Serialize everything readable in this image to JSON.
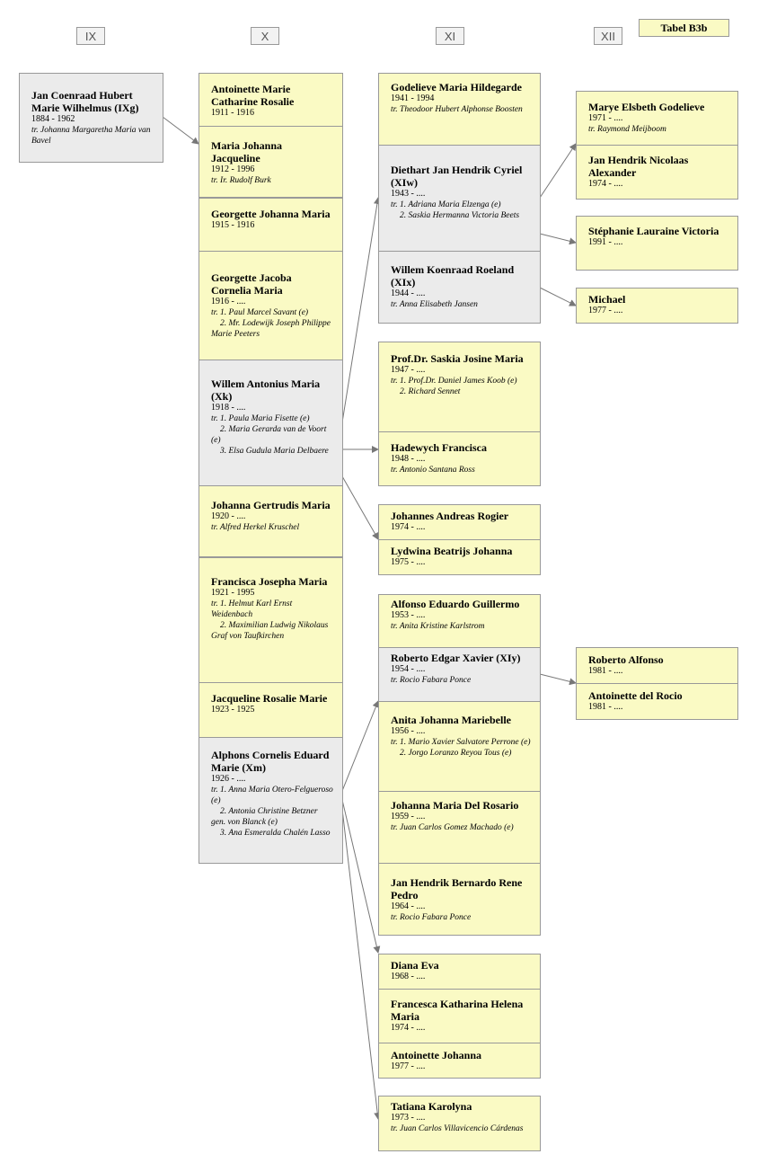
{
  "generations": [
    "IX",
    "X",
    "XI",
    "XII"
  ],
  "table_label": "Tabel B3b",
  "persons": {
    "p_jan": {
      "name": "Jan Coenraad Hubert Marie Wilhelmus (IXg)",
      "dates": "1884 - 1962",
      "spouse1": "tr. Johanna Margaretha Maria van Bavel"
    },
    "p_antoinette_mcr": {
      "name": "Antoinette Marie Catharine Rosalie",
      "dates": "1911 - 1916"
    },
    "p_maria_johanna": {
      "name": "Maria Johanna Jacqueline",
      "dates": "1912 - 1996",
      "spouse1": "tr. Ir. Rudolf Burk"
    },
    "p_georgette_johanna": {
      "name": "Georgette Johanna Maria",
      "dates": "1915 - 1916"
    },
    "p_georgette_jacoba": {
      "name": "Georgette Jacoba Cornelia Maria",
      "dates": "1916 - ....",
      "spouse1": "tr. 1. Paul Marcel Savant (e)",
      "spouse2": "2. Mr. Lodewijk Joseph Philippe Marie Peeters"
    },
    "p_willem_antonius": {
      "name": "Willem Antonius Maria (Xk)",
      "dates": "1918 - ....",
      "spouse1": "tr. 1. Paula Maria Fisette (e)",
      "spouse2": "2. Maria Gerarda van de Voort (e)",
      "spouse3": "3. Elsa Gudula Maria Delbaere"
    },
    "p_johanna_gertrudis": {
      "name": "Johanna Gertrudis Maria",
      "dates": "1920 - ....",
      "spouse1": "tr. Alfred Herkel Kruschel"
    },
    "p_francisca": {
      "name": "Francisca Josepha Maria",
      "dates": "1921 - 1995",
      "spouse1": "tr. 1. Helmut Karl Ernst Weidenbach",
      "spouse2": "2. Maximilian Ludwig Nikolaus Graf von Taufkirchen"
    },
    "p_jacqueline": {
      "name": "Jacqueline Rosalie Marie",
      "dates": "1923 - 1925"
    },
    "p_alphons": {
      "name": "Alphons Cornelis Eduard Marie (Xm)",
      "dates": "1926 - ....",
      "spouse1": "tr. 1. Anna Maria Otero-Felgueroso (e)",
      "spouse2": "2. Antonia Christine Betzner gen. von Blanck (e)",
      "spouse3": "3. Ana Esmeralda Chalén Lasso"
    },
    "p_godelieve": {
      "name": "Godelieve Maria Hildegarde",
      "dates": "1941 - 1994",
      "spouse1": "tr. Theodoor Hubert Alphonse Boosten"
    },
    "p_diethart": {
      "name": "Diethart Jan Hendrik Cyriel (XIw)",
      "dates": "1943 - ....",
      "spouse1": "tr. 1. Adriana Maria Elzenga (e)",
      "spouse2": "2. Saskia Hermanna Victoria Beets"
    },
    "p_willem_koenraad": {
      "name": "Willem Koenraad Roeland (XIx)",
      "dates": "1944 - ....",
      "spouse1": "tr. Anna Elisabeth Jansen"
    },
    "p_saskia": {
      "name": "Prof.Dr. Saskia Josine Maria",
      "dates": "1947 - ....",
      "spouse1": "tr. 1. Prof.Dr. Daniel James Koob (e)",
      "spouse2": "2. Richard Sennet"
    },
    "p_hadewych": {
      "name": "Hadewych Francisca",
      "dates": "1948 - ....",
      "spouse1": "tr. Antonio Santana Ross"
    },
    "p_johannes": {
      "name": "Johannes Andreas Rogier",
      "dates": "1974 - ...."
    },
    "p_lydwina": {
      "name": "Lydwina Beatrijs Johanna",
      "dates": "1975 - ...."
    },
    "p_alfonso": {
      "name": "Alfonso Eduardo Guillermo",
      "dates": "1953 - ....",
      "spouse1": "tr. Anita Kristine Karlstrom"
    },
    "p_roberto_edgar": {
      "name": "Roberto Edgar Xavier (XIy)",
      "dates": "1954 - ....",
      "spouse1": "tr. Rocio Fabara Ponce"
    },
    "p_anita": {
      "name": "Anita Johanna Mariebelle",
      "dates": "1956 - ....",
      "spouse1": "tr. 1. Mario Xavier Salvatore Perrone (e)",
      "spouse2": "2. Jorgo Loranzo Reyou Tous (e)"
    },
    "p_johanna_maria": {
      "name": "Johanna Maria Del Rosario",
      "dates": "1959 - ....",
      "spouse1": "tr. Juan Carlos Gomez Machado (e)"
    },
    "p_jan_hendrik_bernardo": {
      "name": "Jan Hendrik Bernardo Rene Pedro",
      "dates": "1964 - ....",
      "spouse1": "tr. Rocio Fabara Ponce"
    },
    "p_diana": {
      "name": "Diana Eva",
      "dates": "1968 - ...."
    },
    "p_francesca": {
      "name": "Francesca Katharina Helena Maria",
      "dates": "1974 - ...."
    },
    "p_antoinette_johanna": {
      "name": "Antoinette Johanna",
      "dates": "1977 - ...."
    },
    "p_tatiana": {
      "name": "Tatiana Karolyna",
      "dates": "1973 - ....",
      "spouse1": "tr. Juan Carlos Villavicencio Cárdenas"
    },
    "p_marye": {
      "name": "Marye Elsbeth Godelieve",
      "dates": "1971 - ....",
      "spouse1": "tr. Raymond Meijboom"
    },
    "p_jan_hendrik_nicolaas": {
      "name": "Jan Hendrik Nicolaas Alexander",
      "dates": "1974 - ...."
    },
    "p_stephanie": {
      "name": "Stéphanie Lauraine Victoria",
      "dates": "1991 - ...."
    },
    "p_michael": {
      "name": "Michael",
      "dates": "1977 - ...."
    },
    "p_roberto_alfonso": {
      "name": "Roberto Alfonso",
      "dates": "1981 - ...."
    },
    "p_antoinette_rocio": {
      "name": "Antoinette del Rocio",
      "dates": "1981 - ...."
    }
  },
  "colors": {
    "box_fill": "#fafac4",
    "highlight_fill": "#ebebeb",
    "border": "#999999",
    "connector": "#777777"
  }
}
